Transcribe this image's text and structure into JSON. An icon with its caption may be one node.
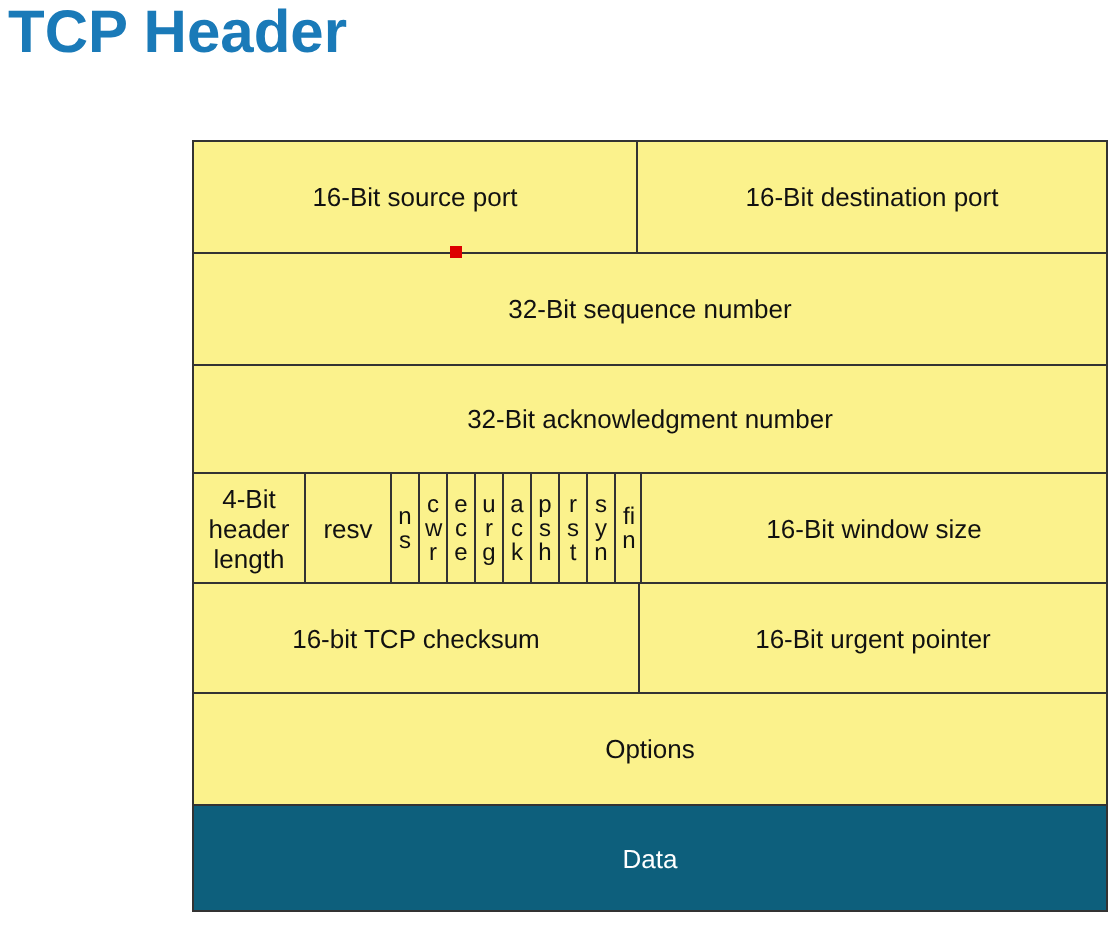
{
  "diagram": {
    "title": "TCP Header",
    "nodes": [
      {
        "text": [
          "16-Bit source port"
        ]
      },
      {
        "text": [
          "16-Bit destination port"
        ]
      },
      {
        "text": [
          "32-Bit sequence number"
        ]
      },
      {
        "text": [
          "32-Bit acknowledgment number"
        ]
      },
      {
        "text": [
          "4-Bit header length"
        ]
      },
      {
        "text": [
          "resv"
        ]
      },
      {
        "text": [
          "ns"
        ]
      },
      {
        "text": [
          "cwr"
        ]
      },
      {
        "text": [
          "ece"
        ]
      },
      {
        "text": [
          "urg"
        ]
      },
      {
        "text": [
          "ack"
        ]
      },
      {
        "text": [
          "psh"
        ]
      },
      {
        "text": [
          "rst"
        ]
      },
      {
        "text": [
          "syn"
        ]
      },
      {
        "text": [
          "fin"
        ]
      },
      {
        "text": [
          "16-Bit window size"
        ]
      },
      {
        "text": [
          "16-bit TCP checksum"
        ]
      },
      {
        "text": [
          "16-Bit urgent pointer"
        ]
      },
      {
        "text": [
          "Options"
        ]
      },
      {
        "text": [
          "Data"
        ]
      }
    ],
    "edges": []
  }
}
